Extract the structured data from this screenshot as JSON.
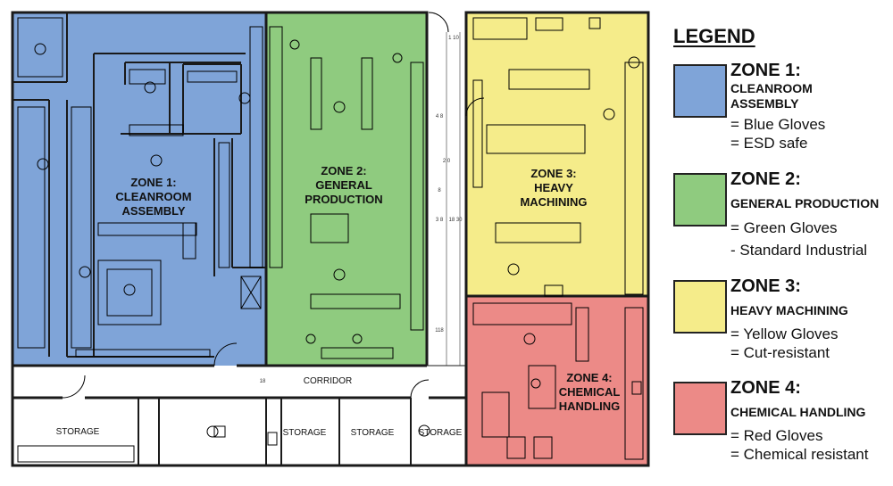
{
  "colors": {
    "zone1": "#7fa4d8",
    "zone2": "#8fcb7f",
    "zone3": "#f5ec8a",
    "zone4": "#ec8a87",
    "wall": "#1a1a1a",
    "furniture": "#000000"
  },
  "plan": {
    "zones": [
      {
        "line1": "ZONE 1:",
        "line2": "CLEANROOM",
        "line3": "ASSEMBLY"
      },
      {
        "line1": "ZONE 2:",
        "line2": "GENERAL",
        "line3": "PRODUCTION"
      },
      {
        "line1": "ZONE 3:",
        "line2": "HEAVY",
        "line3": "MACHINING"
      },
      {
        "line1": "ZONE 4:",
        "line2": "CHEMICAL",
        "line3": "HANDLING"
      }
    ],
    "corridor_label": "CORRIDOR",
    "storage_label": "STORAGE",
    "dimensions": [
      "1 10",
      "4 8",
      "2 0",
      "8",
      "3 8",
      "18 30",
      "118",
      "18"
    ]
  },
  "legend": {
    "title": "LEGEND",
    "items": [
      {
        "zone": "ZONE 1:",
        "name_line1": "CLEANROOM",
        "name_line2": "ASSEMBLY",
        "notes": [
          "= Blue Gloves",
          "= ESD safe"
        ],
        "color_key": "zone1"
      },
      {
        "zone": "ZONE 2:",
        "name_line1": "GENERAL PRODUCTION",
        "name_line2": "",
        "notes": [
          "= Green Gloves",
          "- Standard Industrial"
        ],
        "color_key": "zone2"
      },
      {
        "zone": "ZONE 3:",
        "name_line1": "HEAVY MACHINING",
        "name_line2": "",
        "notes": [
          "= Yellow Gloves",
          "= Cut-resistant"
        ],
        "color_key": "zone3"
      },
      {
        "zone": "ZONE 4:",
        "name_line1": "CHEMICAL HANDLING",
        "name_line2": "",
        "notes": [
          "= Red Gloves",
          "= Chemical resistant"
        ],
        "color_key": "zone4"
      }
    ]
  }
}
